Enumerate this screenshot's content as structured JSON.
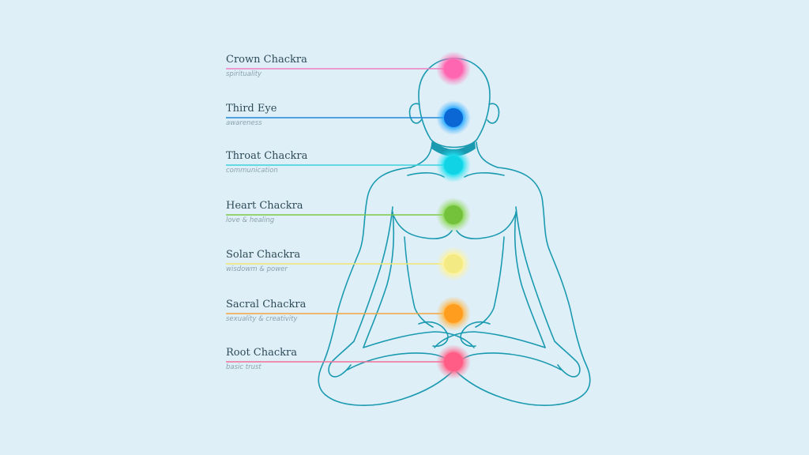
{
  "chakras": [
    {
      "name": "Crown Chackra",
      "subtitle": "spirituality",
      "color": "#ff6fb5",
      "core": "#ff66b2",
      "line": "#ee7fbf"
    },
    {
      "name": "Third Eye",
      "subtitle": "awareness",
      "color": "#27a9ff",
      "core": "#0b67d4",
      "line": "#1d8ad4"
    },
    {
      "name": "Throat Chackra",
      "subtitle": "communication",
      "color": "#1ee0f0",
      "core": "#10d4e6",
      "line": "#3bd2dd"
    },
    {
      "name": "Heart Chackra",
      "subtitle": "love & healing",
      "color": "#8fd85a",
      "core": "#74c13c",
      "line": "#7cc84a"
    },
    {
      "name": "Solar Chackra",
      "subtitle": "wisdowm & power",
      "color": "#fff39a",
      "core": "#f3ea84",
      "line": "#efe66f"
    },
    {
      "name": "Sacral Chackra",
      "subtitle": "sexuality & creativity",
      "color": "#ffb74a",
      "core": "#ff9d1e",
      "line": "#f2a63e"
    },
    {
      "name": "Root Chackra",
      "subtitle": "basic trust",
      "color": "#ff6f92",
      "core": "#ff5c86",
      "line": "#f0719a"
    }
  ],
  "colors": {
    "background": "#dfeff8",
    "outline": "#1a9ab0",
    "neck_shade": "#1a9ab0"
  }
}
